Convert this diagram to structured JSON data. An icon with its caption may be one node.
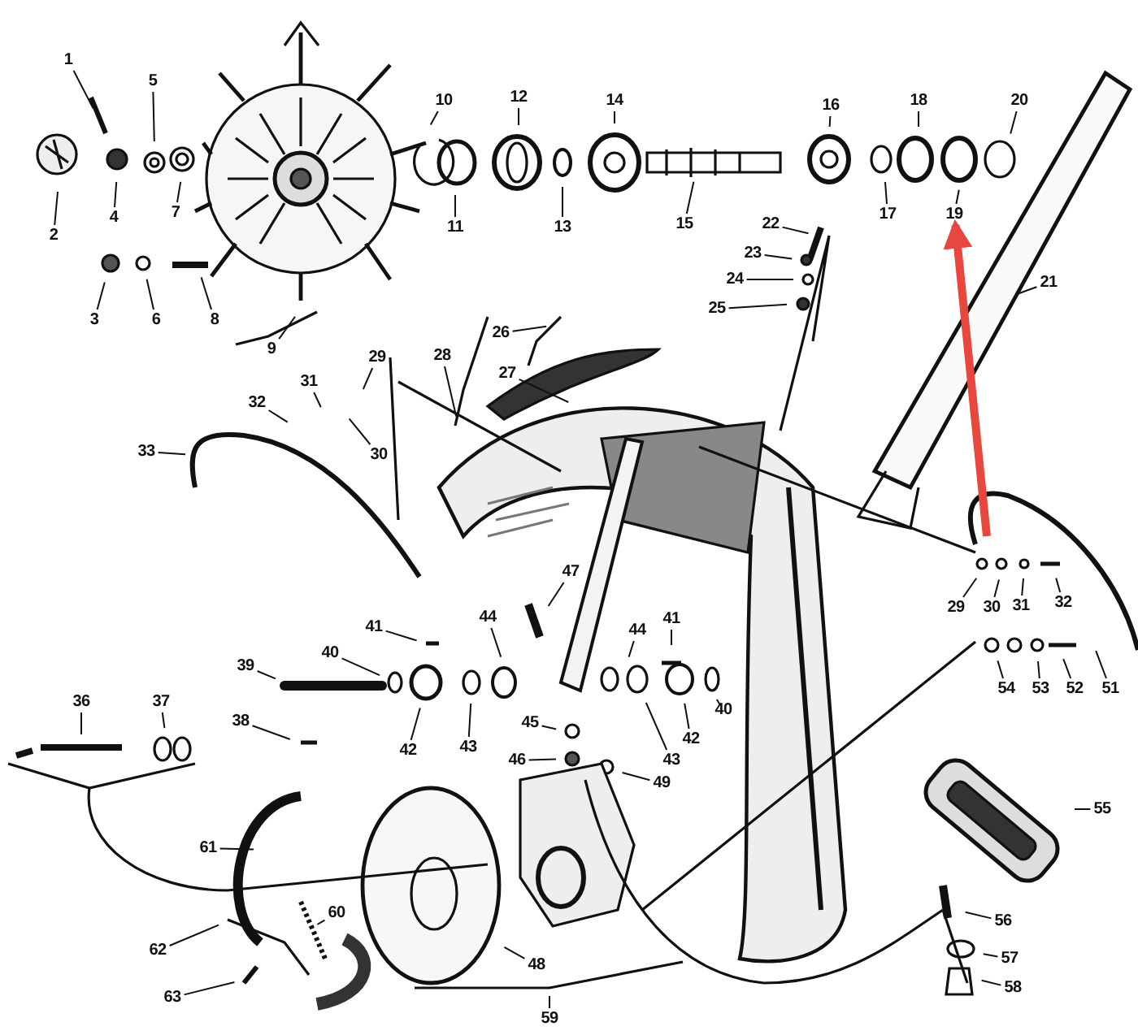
{
  "diagram": {
    "nodes": [
      {
        "text": [
          "1"
        ]
      },
      {
        "text": [
          "2"
        ]
      },
      {
        "text": [
          "3"
        ]
      },
      {
        "text": [
          "4"
        ]
      },
      {
        "text": [
          "5"
        ]
      },
      {
        "text": [
          "6"
        ]
      },
      {
        "text": [
          "7"
        ]
      },
      {
        "text": [
          "8"
        ]
      },
      {
        "text": [
          "9"
        ]
      },
      {
        "text": [
          "10"
        ]
      },
      {
        "text": [
          "11"
        ]
      },
      {
        "text": [
          "12"
        ]
      },
      {
        "text": [
          "13"
        ]
      },
      {
        "text": [
          "14"
        ]
      },
      {
        "text": [
          "15"
        ]
      },
      {
        "text": [
          "16"
        ]
      },
      {
        "text": [
          "17"
        ]
      },
      {
        "text": [
          "18"
        ]
      },
      {
        "text": [
          "19"
        ]
      },
      {
        "text": [
          "20"
        ]
      },
      {
        "text": [
          "21"
        ]
      },
      {
        "text": [
          "22"
        ]
      },
      {
        "text": [
          "23"
        ]
      },
      {
        "text": [
          "24"
        ]
      },
      {
        "text": [
          "25"
        ]
      },
      {
        "text": [
          "26"
        ]
      },
      {
        "text": [
          "27"
        ]
      },
      {
        "text": [
          "28"
        ]
      },
      {
        "text": [
          "29"
        ]
      },
      {
        "text": [
          "30"
        ]
      },
      {
        "text": [
          "31"
        ]
      },
      {
        "text": [
          "32"
        ]
      },
      {
        "text": [
          "33"
        ]
      },
      {
        "text": [
          "47"
        ]
      },
      {
        "text": [
          "29"
        ]
      },
      {
        "text": [
          "30"
        ]
      },
      {
        "text": [
          "31"
        ]
      },
      {
        "text": [
          "32"
        ]
      },
      {
        "text": [
          "41"
        ]
      },
      {
        "text": [
          "44"
        ]
      },
      {
        "text": [
          "44"
        ]
      },
      {
        "text": [
          "41"
        ]
      },
      {
        "text": [
          "39"
        ]
      },
      {
        "text": [
          "40"
        ]
      },
      {
        "text": [
          "51"
        ]
      },
      {
        "text": [
          "52"
        ]
      },
      {
        "text": [
          "53"
        ]
      },
      {
        "text": [
          "54"
        ]
      },
      {
        "text": [
          "36"
        ]
      },
      {
        "text": [
          "37"
        ]
      },
      {
        "text": [
          "38"
        ]
      },
      {
        "text": [
          "45"
        ]
      },
      {
        "text": [
          "40"
        ]
      },
      {
        "text": [
          "42"
        ]
      },
      {
        "text": [
          "42"
        ]
      },
      {
        "text": [
          "43"
        ]
      },
      {
        "text": [
          "46"
        ]
      },
      {
        "text": [
          "43"
        ]
      },
      {
        "text": [
          "49"
        ]
      },
      {
        "text": [
          "55"
        ]
      },
      {
        "text": [
          "61"
        ]
      },
      {
        "text": [
          "60"
        ]
      },
      {
        "text": [
          "56"
        ]
      },
      {
        "text": [
          "62"
        ]
      },
      {
        "text": [
          "57"
        ]
      },
      {
        "text": [
          "58"
        ]
      },
      {
        "text": [
          "48"
        ]
      },
      {
        "text": [
          "63"
        ]
      },
      {
        "text": [
          "59"
        ]
      }
    ],
    "edges": [
      {
        "from": 0,
        "to": null,
        "arrow": "none"
      },
      {
        "from": 1,
        "to": null,
        "arrow": "none"
      },
      {
        "from": 2,
        "to": null,
        "arrow": "none"
      },
      {
        "from": 3,
        "to": null,
        "arrow": "none"
      },
      {
        "from": 4,
        "to": null,
        "arrow": "none"
      },
      {
        "from": 5,
        "to": null,
        "arrow": "none"
      },
      {
        "from": 6,
        "to": null,
        "arrow": "none"
      },
      {
        "from": 7,
        "to": null,
        "arrow": "none"
      },
      {
        "from": 8,
        "to": null,
        "arrow": "none"
      },
      {
        "from": 9,
        "to": null,
        "arrow": "none"
      },
      {
        "from": 10,
        "to": null,
        "arrow": "none"
      },
      {
        "from": 11,
        "to": null,
        "arrow": "none"
      },
      {
        "from": 12,
        "to": null,
        "arrow": "none"
      },
      {
        "from": 13,
        "to": null,
        "arrow": "none"
      },
      {
        "from": 14,
        "to": null,
        "arrow": "none"
      },
      {
        "from": 15,
        "to": null,
        "arrow": "none"
      },
      {
        "from": 16,
        "to": null,
        "arrow": "none"
      },
      {
        "from": 17,
        "to": null,
        "arrow": "none"
      },
      {
        "from": 18,
        "to": null,
        "arrow": "none"
      },
      {
        "from": 19,
        "to": null,
        "arrow": "none"
      },
      {
        "from": 20,
        "to": null,
        "arrow": "none"
      },
      {
        "from": 21,
        "to": null,
        "arrow": "none"
      },
      {
        "from": 22,
        "to": null,
        "arrow": "none"
      },
      {
        "from": 23,
        "to": null,
        "arrow": "none"
      },
      {
        "from": 24,
        "to": null,
        "arrow": "none"
      },
      {
        "from": 25,
        "to": null,
        "arrow": "none"
      },
      {
        "from": 26,
        "to": null,
        "arrow": "none"
      },
      {
        "from": 27,
        "to": null,
        "arrow": "none"
      },
      {
        "from": 28,
        "to": null,
        "arrow": "none"
      },
      {
        "from": 29,
        "to": null,
        "arrow": "none"
      },
      {
        "from": 30,
        "to": null,
        "arrow": "none"
      },
      {
        "from": 31,
        "to": null,
        "arrow": "none"
      },
      {
        "from": 32,
        "to": null,
        "arrow": "none"
      },
      {
        "from": 33,
        "to": null,
        "arrow": "none"
      },
      {
        "from": 34,
        "to": null,
        "arrow": "none"
      },
      {
        "from": 35,
        "to": null,
        "arrow": "none"
      },
      {
        "from": 36,
        "to": null,
        "arrow": "none"
      },
      {
        "from": 37,
        "to": null,
        "arrow": "none"
      },
      {
        "from": 38,
        "to": null,
        "arrow": "none"
      },
      {
        "from": 39,
        "to": null,
        "arrow": "none"
      },
      {
        "from": 40,
        "to": null,
        "arrow": "none"
      },
      {
        "from": 41,
        "to": null,
        "arrow": "none"
      },
      {
        "from": 42,
        "to": null,
        "arrow": "none"
      },
      {
        "from": 43,
        "to": null,
        "arrow": "none"
      },
      {
        "from": 44,
        "to": null,
        "arrow": "none"
      },
      {
        "from": 45,
        "to": null,
        "arrow": "none"
      },
      {
        "from": 46,
        "to": null,
        "arrow": "none"
      },
      {
        "from": 47,
        "to": null,
        "arrow": "none"
      },
      {
        "from": 48,
        "to": null,
        "arrow": "none"
      },
      {
        "from": 49,
        "to": null,
        "arrow": "none"
      },
      {
        "from": 50,
        "to": null,
        "arrow": "none"
      },
      {
        "from": 51,
        "to": null,
        "arrow": "none"
      },
      {
        "from": 52,
        "to": null,
        "arrow": "none"
      },
      {
        "from": 53,
        "to": null,
        "arrow": "none"
      },
      {
        "from": 54,
        "to": null,
        "arrow": "none"
      },
      {
        "from": 55,
        "to": null,
        "arrow": "none"
      },
      {
        "from": 56,
        "to": null,
        "arrow": "none"
      },
      {
        "from": 57,
        "to": null,
        "arrow": "none"
      },
      {
        "from": 58,
        "to": null,
        "arrow": "none"
      },
      {
        "from": 59,
        "to": null,
        "arrow": "none"
      },
      {
        "from": 60,
        "to": null,
        "arrow": "none"
      },
      {
        "from": 61,
        "to": null,
        "arrow": "none"
      },
      {
        "from": 62,
        "to": null,
        "arrow": "none"
      },
      {
        "from": 63,
        "to": null,
        "arrow": "none"
      },
      {
        "from": 64,
        "to": null,
        "arrow": "none"
      },
      {
        "from": 65,
        "to": null,
        "arrow": "none"
      },
      {
        "from": 66,
        "to": null,
        "arrow": "none"
      },
      {
        "from": 67,
        "to": null,
        "arrow": "none"
      },
      {
        "from": 68,
        "to": null,
        "arrow": "none"
      },
      {
        "from": null,
        "to": 18,
        "arrow": "to",
        "style": "thick",
        "color": "#e8473f"
      }
    ]
  }
}
